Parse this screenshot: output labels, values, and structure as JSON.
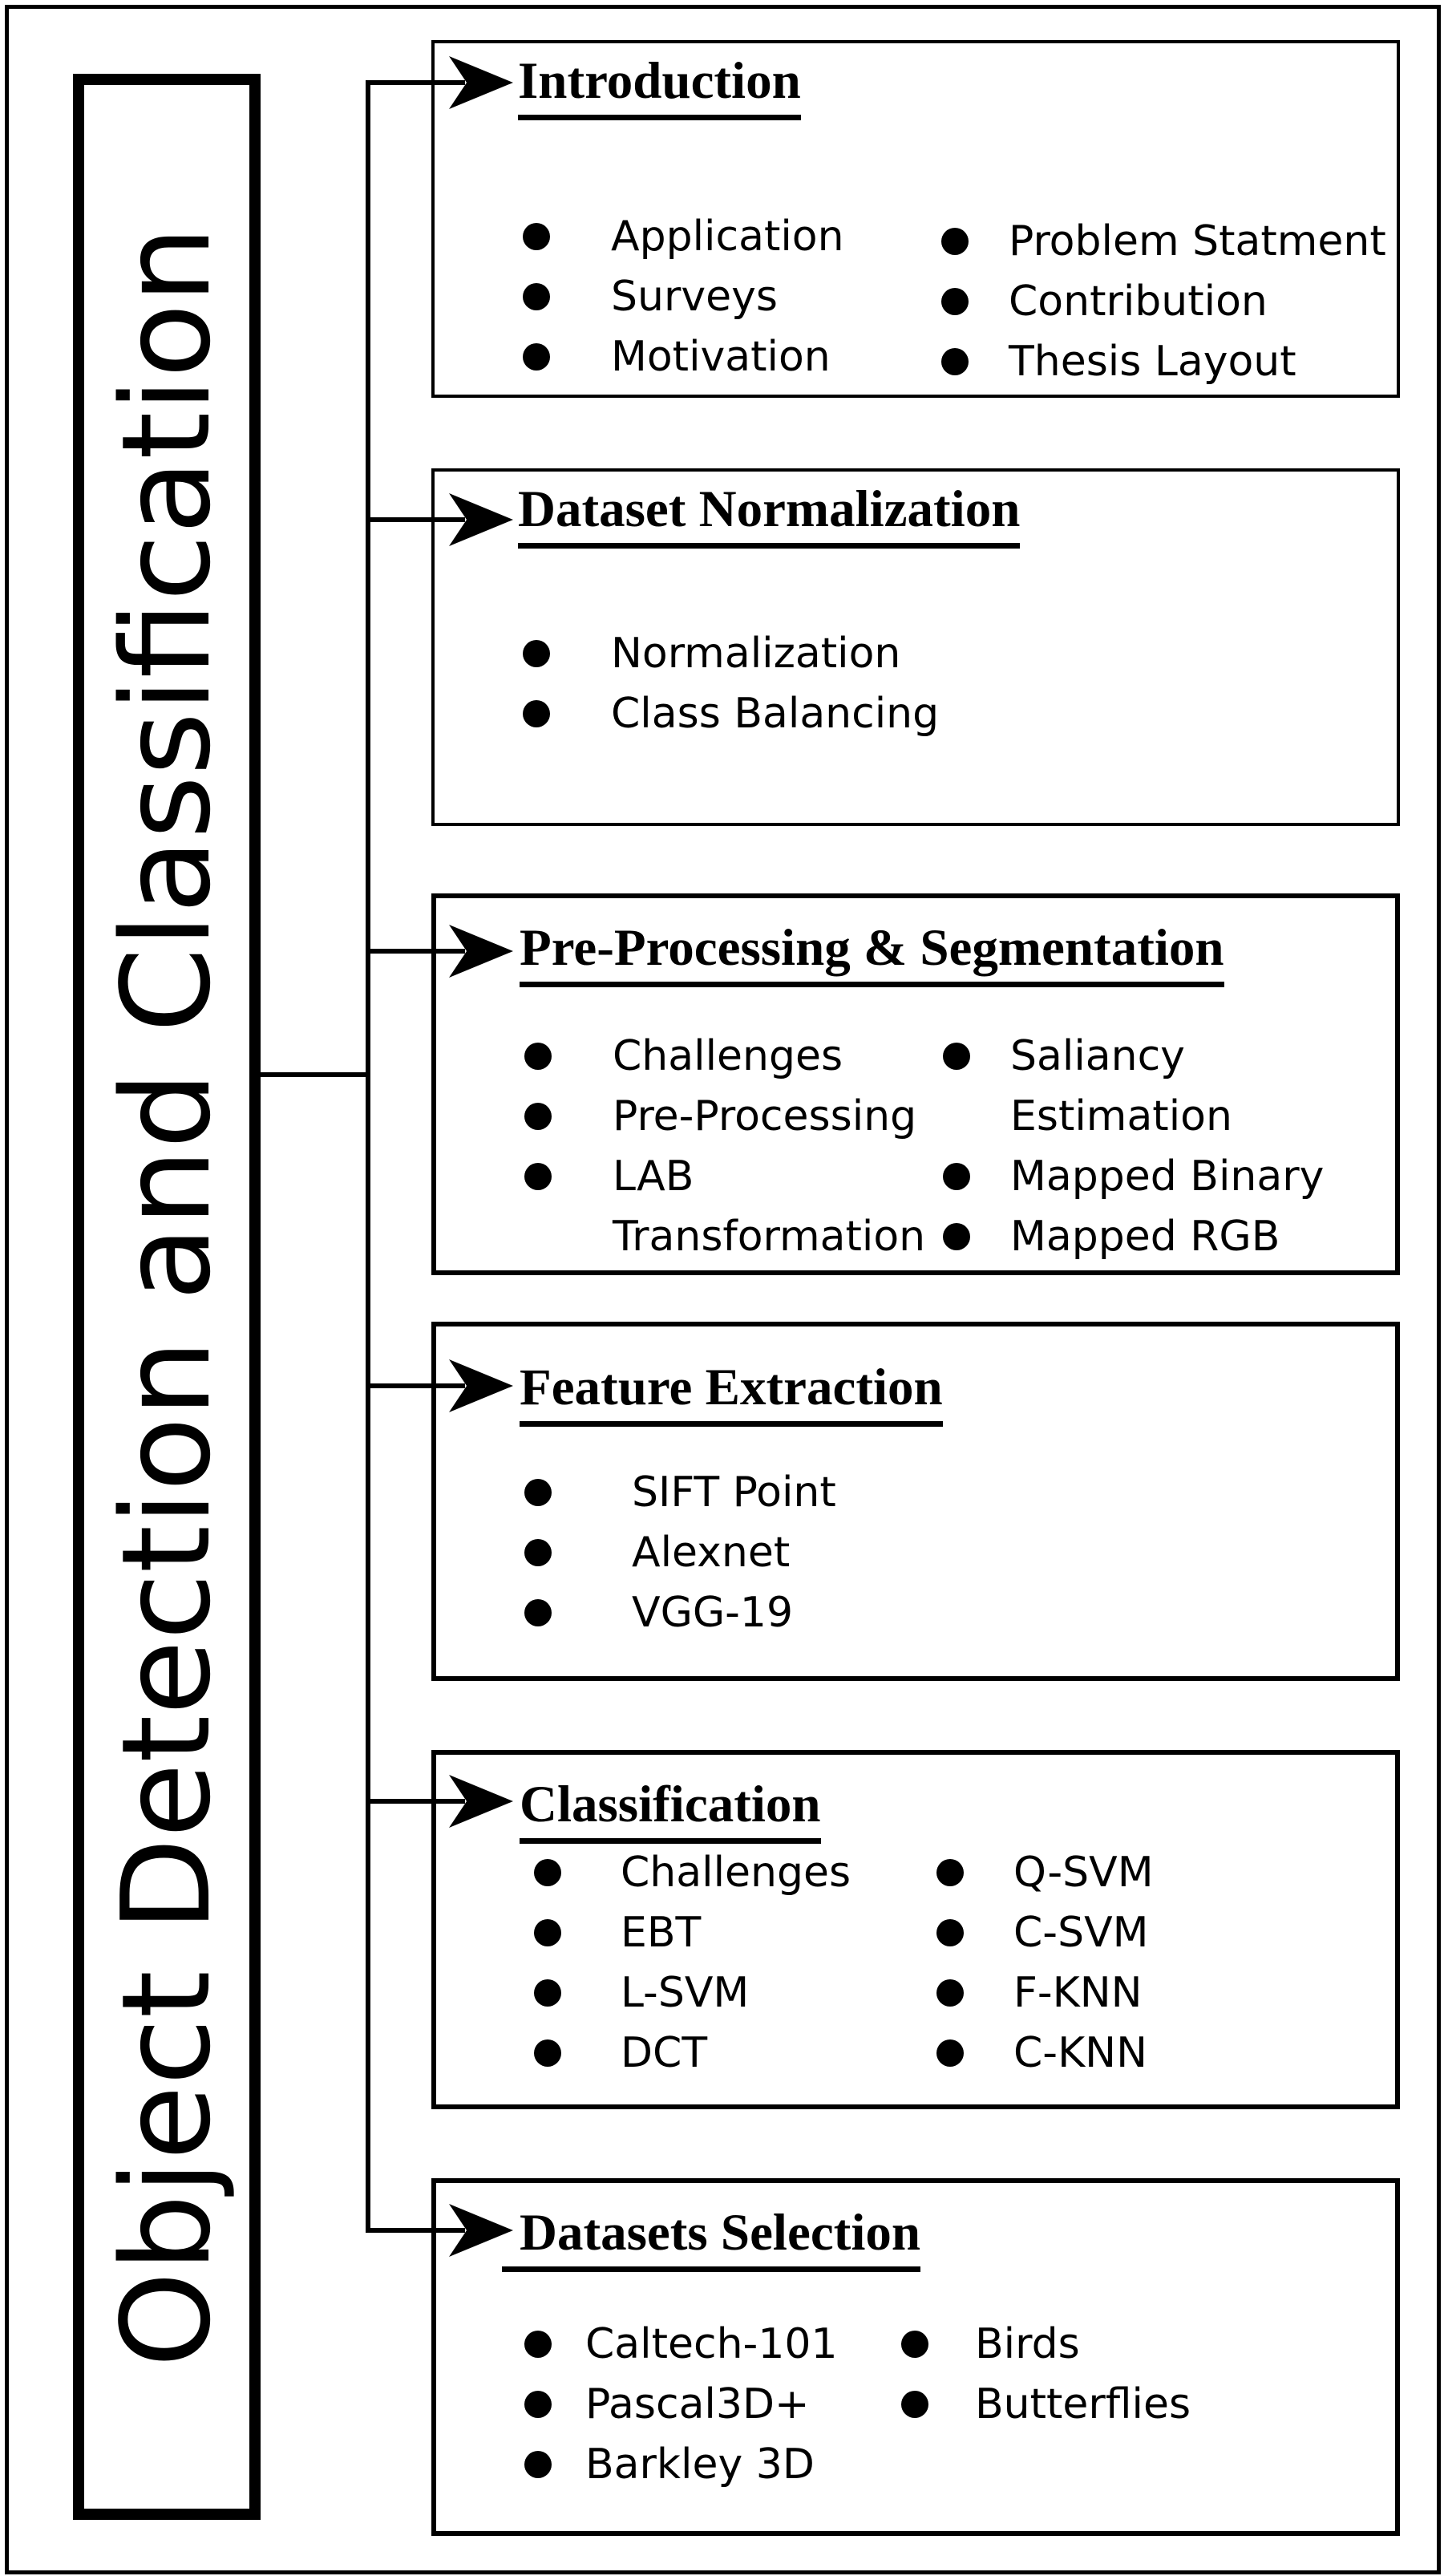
{
  "diagram": {
    "title": "Object Detection and Classification",
    "sections": [
      {
        "id": "introduction",
        "title": "Introduction",
        "items": [
          "Application",
          "Surveys",
          "Motivation",
          "Problem Statment",
          "Contribution",
          "Thesis Layout"
        ]
      },
      {
        "id": "dataset-normalization",
        "title": "Dataset Normalization",
        "items": [
          "Normalization",
          "Class Balancing"
        ]
      },
      {
        "id": "pre-processing-segmentation",
        "title": "Pre-Processing & Segmentation",
        "items": [
          "Challenges",
          "Pre-Processing",
          "LAB",
          "Transformation",
          "Saliancy",
          "Estimation",
          "Mapped Binary",
          "Mapped RGB"
        ]
      },
      {
        "id": "feature-extraction",
        "title": "Feature Extraction",
        "items": [
          "SIFT Point",
          "Alexnet",
          "VGG-19"
        ]
      },
      {
        "id": "classification",
        "title": "Classification",
        "items": [
          "Challenges",
          "EBT",
          "L-SVM",
          "DCT",
          "Q-SVM",
          "C-SVM",
          "F-KNN",
          "C-KNN"
        ]
      },
      {
        "id": "datasets-selection",
        "title": "Datasets Selection",
        "items": [
          "Caltech-101",
          "Pascal3D+",
          "Barkley 3D",
          "Birds",
          "Butterflies"
        ]
      }
    ]
  }
}
